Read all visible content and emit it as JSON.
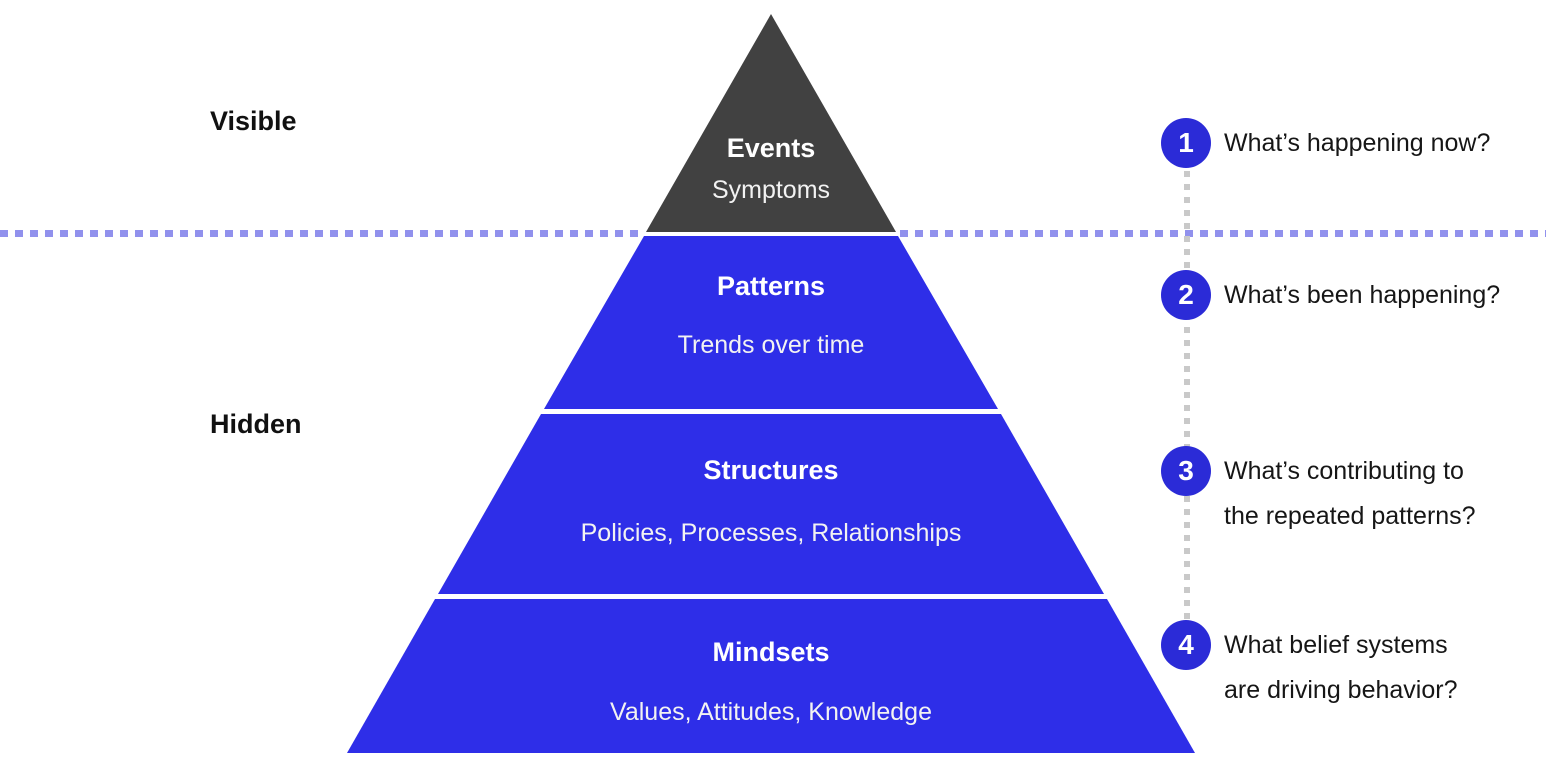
{
  "zone_labels": {
    "visible": "Visible",
    "hidden": "Hidden"
  },
  "pyramid": {
    "layers": [
      {
        "title": "Events",
        "subtitle": "Symptoms",
        "color": "#414141",
        "text_color": "#ffffff"
      },
      {
        "title": "Patterns",
        "subtitle": "Trends over time",
        "color": "#2e2ee8",
        "text_color": "#ffffff"
      },
      {
        "title": "Structures",
        "subtitle": "Policies, Processes, Relationships",
        "color": "#2e2ee8",
        "text_color": "#ffffff"
      },
      {
        "title": "Mindsets",
        "subtitle": "Values, Attitudes, Knowledge",
        "color": "#2e2ee8",
        "text_color": "#ffffff"
      }
    ]
  },
  "questions": [
    {
      "number": "1",
      "lines": [
        "What’s happening now?"
      ]
    },
    {
      "number": "2",
      "lines": [
        "What’s been happening?"
      ]
    },
    {
      "number": "3",
      "lines": [
        "What’s contributing to",
        "the repeated patterns?"
      ]
    },
    {
      "number": "4",
      "lines": [
        "What belief systems",
        "are driving behavior?"
      ]
    }
  ],
  "colors": {
    "pyramid_blue": "#2e2ee8",
    "events_gray": "#414141",
    "divider_dotted_blue": "#9191ed",
    "connector_dotted_gray": "#c9c9c9",
    "number_circle_blue": "#2b2bd7",
    "question_text": "#161616",
    "zone_label_text": "#111111",
    "background": "#ffffff"
  }
}
